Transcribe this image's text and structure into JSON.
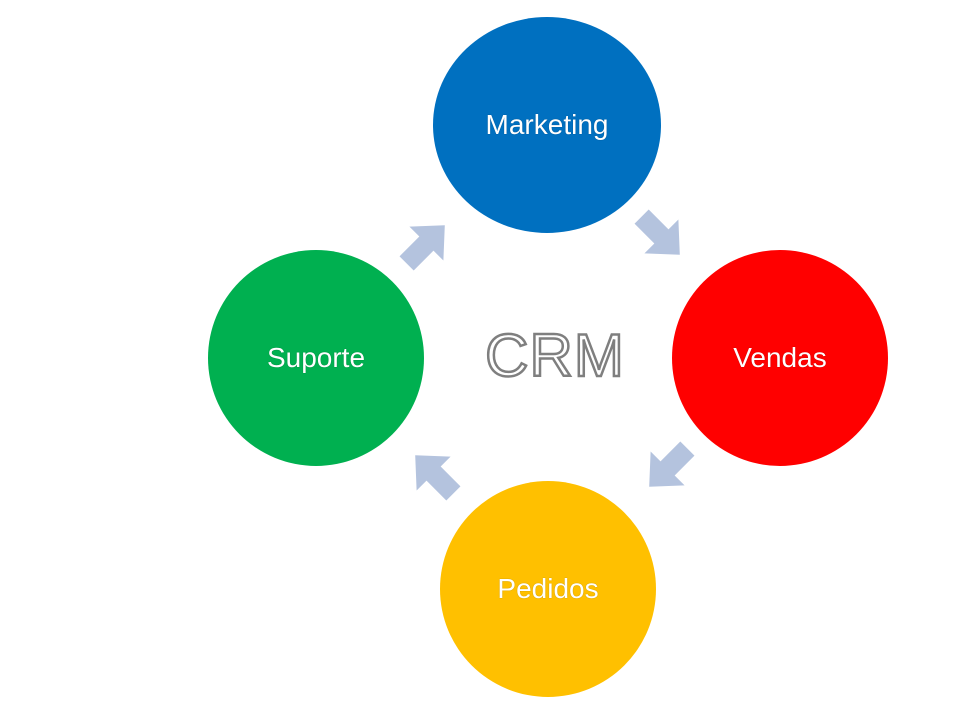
{
  "diagram": {
    "center_label": "CRM",
    "nodes": [
      {
        "id": "marketing",
        "label": "Marketing",
        "color": "#0070C0"
      },
      {
        "id": "vendas",
        "label": "Vendas",
        "color": "#FF0000"
      },
      {
        "id": "pedidos",
        "label": "Pedidos",
        "color": "#FFC000"
      },
      {
        "id": "suporte",
        "label": "Suporte",
        "color": "#00B050"
      }
    ],
    "arrow_color": "#B4C3DE",
    "center_text_color": "#7F7F7F",
    "flow": [
      "marketing",
      "vendas",
      "pedidos",
      "suporte",
      "marketing"
    ]
  }
}
